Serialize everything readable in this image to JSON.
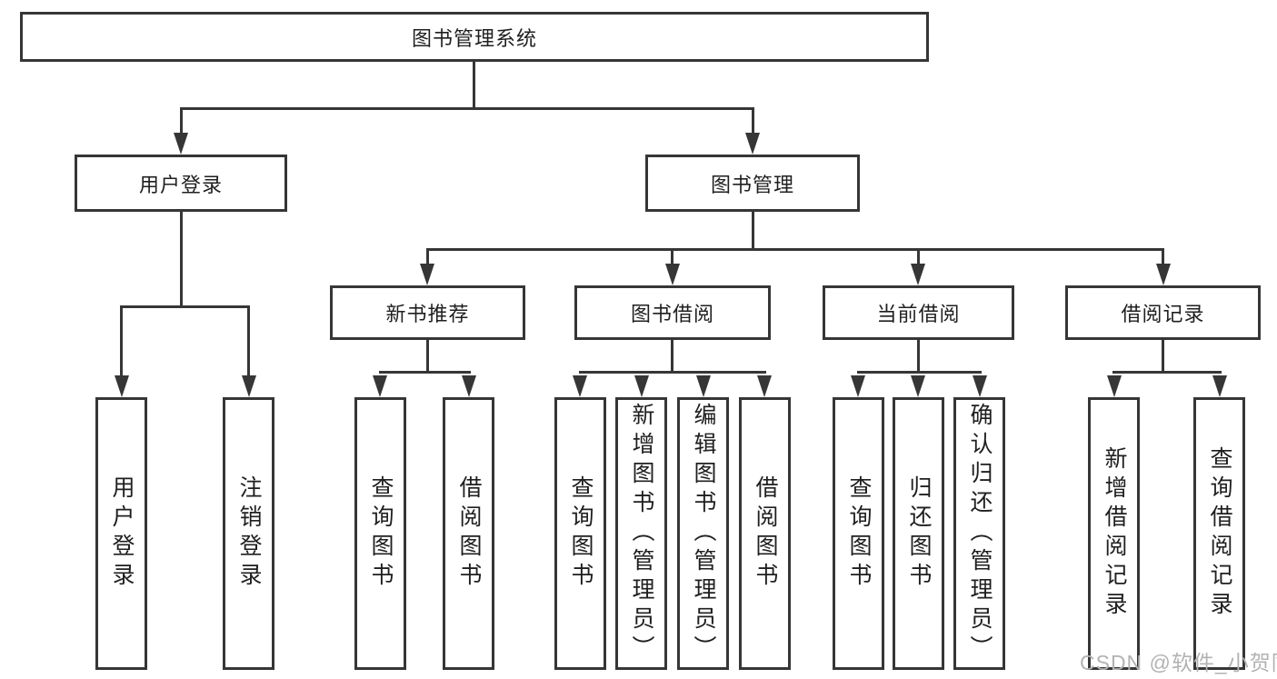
{
  "colors": {
    "line": "#363636",
    "text": "#1f1f1f",
    "box_background": "#ffffff",
    "watermark": "#b3b3b3"
  },
  "watermark": {
    "text": "CSDN @软件_小贺同学"
  },
  "tree": {
    "label": "图书管理系统",
    "children": [
      {
        "label": "用户登录",
        "children": [
          {
            "label": "用户登录"
          },
          {
            "label": "注销登录"
          }
        ]
      },
      {
        "label": "图书管理",
        "children": [
          {
            "label": "新书推荐",
            "children": [
              {
                "label": "查询图书"
              },
              {
                "label": "借阅图书"
              }
            ]
          },
          {
            "label": "图书借阅",
            "children": [
              {
                "label": "查询图书"
              },
              {
                "label": "新增图书（管理员）"
              },
              {
                "label": "编辑图书（管理员）"
              },
              {
                "label": "借阅图书"
              }
            ]
          },
          {
            "label": "当前借阅",
            "children": [
              {
                "label": "查询图书"
              },
              {
                "label": "归还图书"
              },
              {
                "label": "确认归还（管理员）"
              }
            ]
          },
          {
            "label": "借阅记录",
            "children": [
              {
                "label": "新增借阅记录"
              },
              {
                "label": "查询借阅记录"
              }
            ]
          }
        ]
      }
    ]
  }
}
